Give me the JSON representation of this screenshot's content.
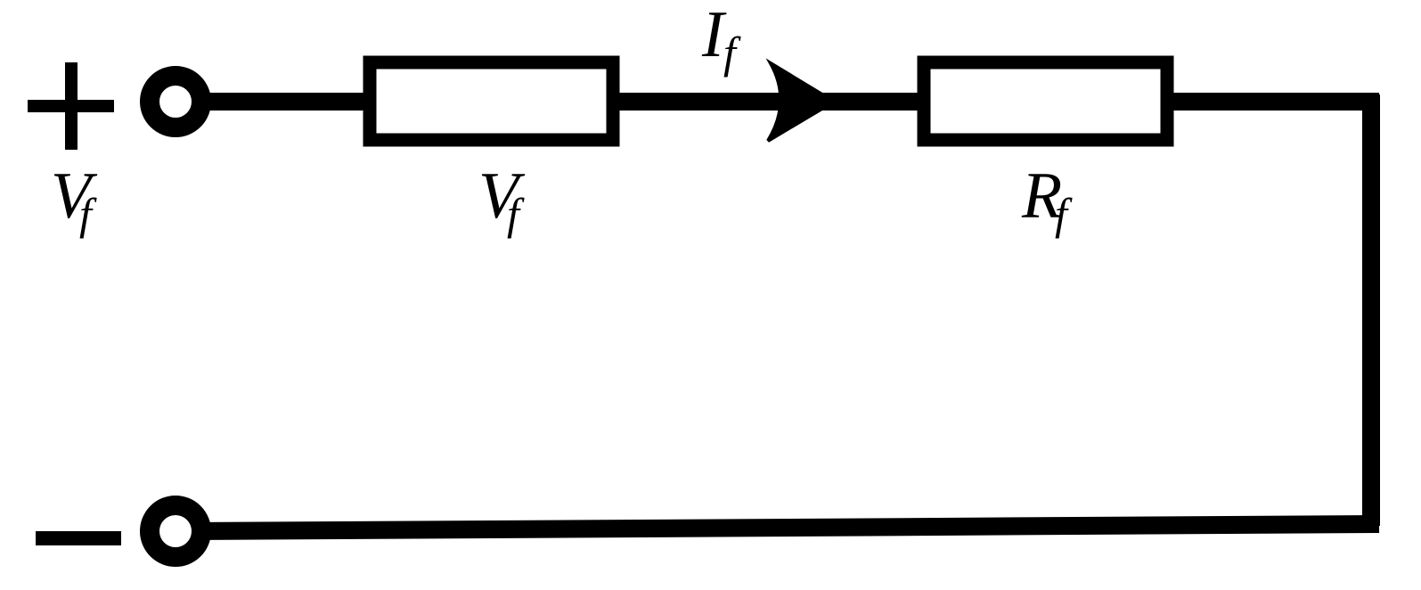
{
  "diagram": {
    "source": {
      "positive_sign": "+",
      "negative_sign": "−",
      "label": {
        "main": "V",
        "sub": "f"
      }
    },
    "component_1": {
      "label": {
        "main": "V",
        "sub": "f"
      }
    },
    "current": {
      "label": {
        "main": "I",
        "sub": "f"
      }
    },
    "component_2": {
      "label": {
        "main": "R",
        "sub": "f"
      }
    }
  }
}
